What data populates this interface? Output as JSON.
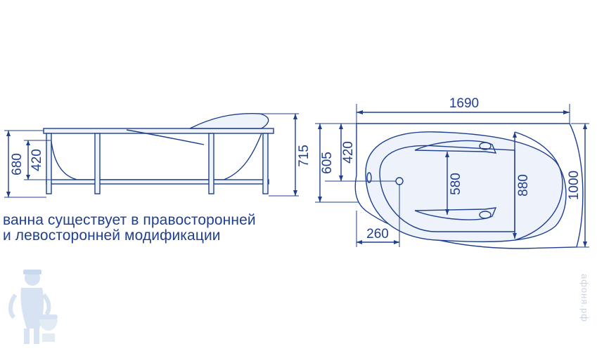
{
  "dimensions": {
    "side_height_680": "680",
    "side_inner_420": "420",
    "side_total_715": "715",
    "top_length_1690": "1690",
    "top_605": "605",
    "top_420": "420",
    "top_580": "580",
    "top_880": "880",
    "top_width_1000": "1000",
    "top_drain_260": "260"
  },
  "note": {
    "line1": "ванна существует в правосторонней",
    "line2": "и левосторонней модификации"
  },
  "watermark": "афоня.рф",
  "colors": {
    "line": "#1f3f8f",
    "light_fill": "#eef3fb",
    "logo": "#b7cde8"
  },
  "icons": {
    "logo": "plumber-mascot-icon"
  }
}
